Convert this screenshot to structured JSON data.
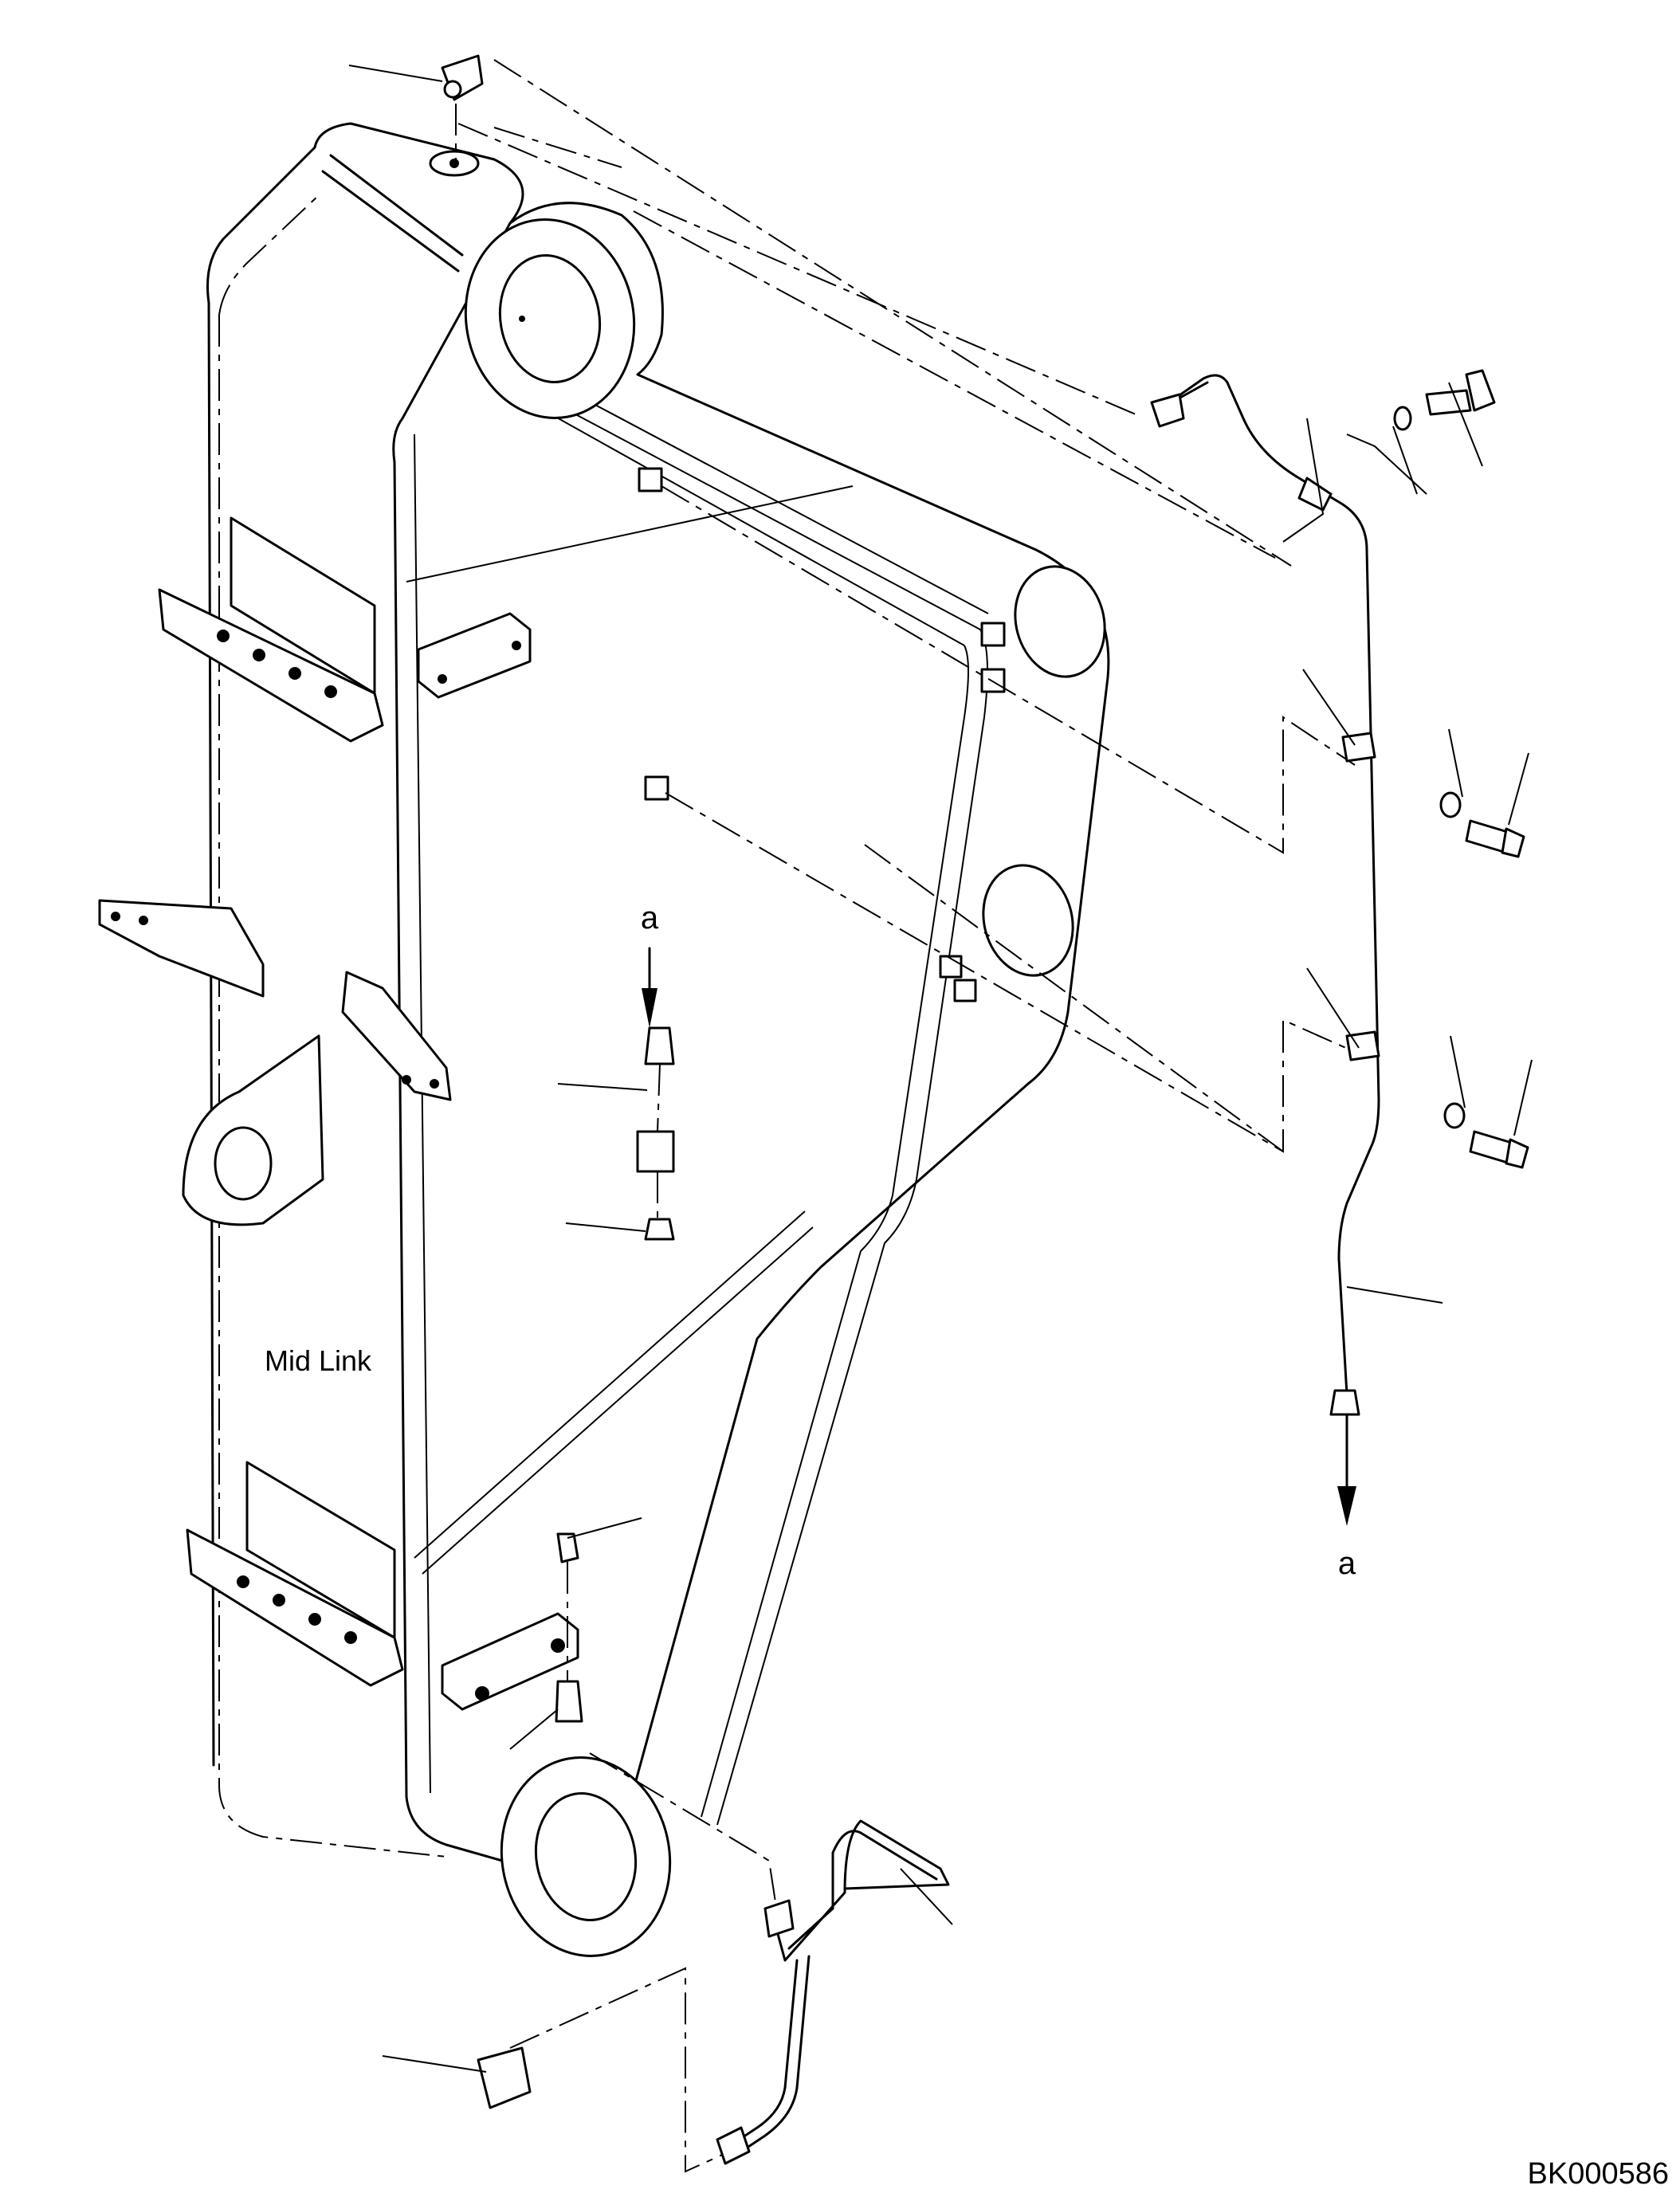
{
  "diagram": {
    "label_mid_link": "Mid Link",
    "arrow_label_top": "a",
    "arrow_label_bottom": "a",
    "drawing_code": "BK000586"
  }
}
